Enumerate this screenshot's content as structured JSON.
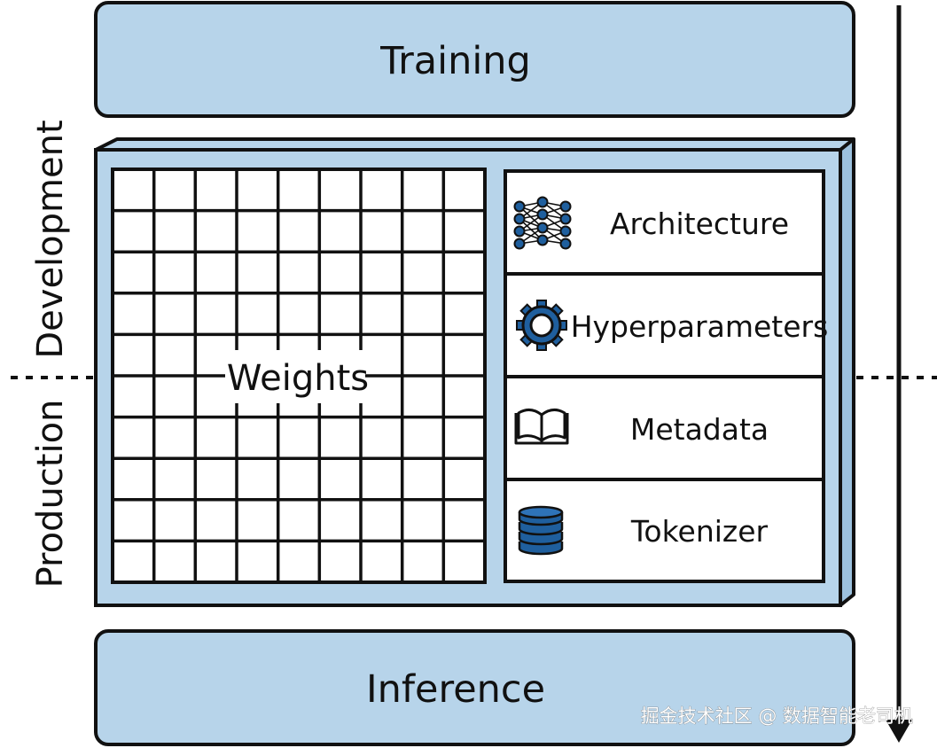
{
  "stages": {
    "training": "Training",
    "inference": "Inference"
  },
  "phases": {
    "development": "Development",
    "production": "Production"
  },
  "model": {
    "weights": "Weights",
    "components": [
      {
        "label": "Architecture",
        "icon": "neural-network-icon"
      },
      {
        "label": "Hyperparameters",
        "icon": "gear-icon"
      },
      {
        "label": "Metadata",
        "icon": "open-book-icon"
      },
      {
        "label": "Tokenizer",
        "icon": "database-icon"
      }
    ]
  },
  "watermark": "掘金技术社区 @ 数据智能老司机",
  "colors": {
    "panel_fill": "#b7d4ea",
    "accent_blue": "#1f5f9e",
    "outline": "#111111"
  }
}
